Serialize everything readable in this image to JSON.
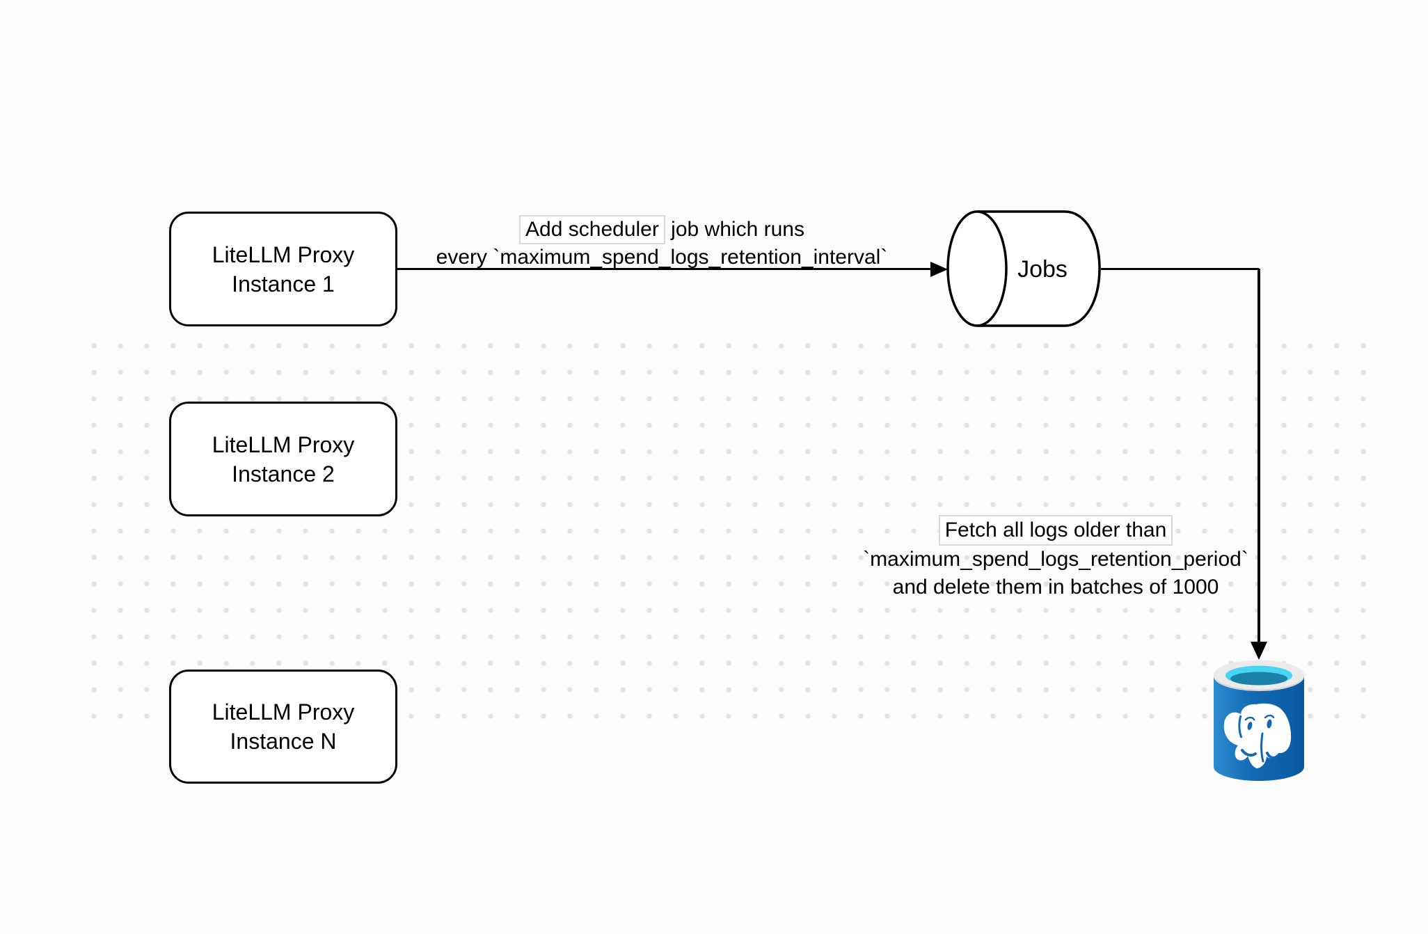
{
  "canvas": {
    "background_color": "#fbfbfb",
    "dot_grid_color": "#e3e3e3"
  },
  "nodes": {
    "proxy1": {
      "line1": "LiteLLM Proxy",
      "line2": "Instance 1"
    },
    "proxy2": {
      "line1": "LiteLLM Proxy",
      "line2": "Instance 2"
    },
    "proxyN": {
      "line1": "LiteLLM Proxy",
      "line2": "Instance N"
    },
    "jobs": {
      "label": "Jobs"
    },
    "postgres": {
      "icon": "postgresql-database-icon",
      "colors": {
        "body_blue": "#1268b2",
        "body_blue_light": "#2e8bd0",
        "body_blue_dark": "#0a5aa2",
        "ring_gray": "#ebebeb",
        "inner_cyan": "#49d4f6",
        "inner_teal": "#1a81a8",
        "elephant": "#ffffff"
      }
    }
  },
  "edges": {
    "scheduler": {
      "line1_boxed": "Add scheduler",
      "line1_rest": " job which runs",
      "line2": "every `maximum_spend_logs_retention_interval`"
    },
    "fetch": {
      "line1": "Fetch all logs older than",
      "line2": "`maximum_spend_logs_retention_period`",
      "line3": "and delete them in batches of 1000"
    }
  }
}
